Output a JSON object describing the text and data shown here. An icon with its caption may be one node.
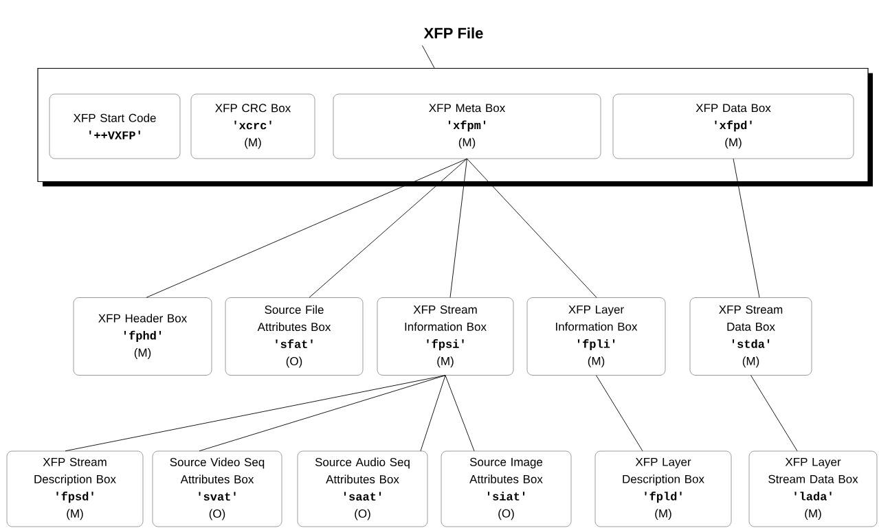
{
  "diagram": {
    "nodes": [
      {
        "text": [
          "XFP File"
        ]
      },
      {
        "text": [],
        "shape": "box"
      },
      {
        "text": [
          "XFP Start Code",
          "'++VXFP'"
        ],
        "in": 1
      },
      {
        "text": [
          "XFP CRC Box",
          "'xcrc'",
          "(M)"
        ],
        "in": 1
      },
      {
        "text": [
          "XFP Meta Box",
          "'xfpm'",
          "(M)"
        ],
        "in": 1
      },
      {
        "text": [
          "XFP Data Box",
          "'xfpd'",
          "(M)"
        ],
        "in": 1
      },
      {
        "text": [
          "XFP Header Box",
          "'fphd'",
          "(M)"
        ]
      },
      {
        "text": [
          "Source File Attributes Box",
          "'sfat'",
          "(O)"
        ]
      },
      {
        "text": [
          "XFP Stream Information Box",
          "'fpsi'",
          "(M)"
        ]
      },
      {
        "text": [
          "XFP Layer Information Box",
          "'fpli'",
          "(M)"
        ]
      },
      {
        "text": [
          "XFP Stream Data Box",
          "'stda'",
          "(M)"
        ]
      },
      {
        "text": [
          "XFP Stream Description Box",
          "'fpsd'",
          "(M)"
        ]
      },
      {
        "text": [
          "Source Video Seq Attributes Box",
          "'svat'",
          "(O)"
        ]
      },
      {
        "text": [
          "Source Audio Seq Attributes Box",
          "'saat'",
          "(O)"
        ]
      },
      {
        "text": [
          "Source Image Attributes Box",
          "'siat'",
          "(O)"
        ]
      },
      {
        "text": [
          "XFP Layer Description Box",
          "'fpld'",
          "(M)"
        ]
      },
      {
        "text": [
          "XFP Layer Stream Data Box",
          "'lada'",
          "(M)"
        ]
      }
    ],
    "edges": [
      {
        "from": 0,
        "to": 1,
        "arrow": "none"
      },
      {
        "from": 4,
        "to": 6,
        "arrow": "none"
      },
      {
        "from": 4,
        "to": 7,
        "arrow": "none"
      },
      {
        "from": 4,
        "to": 8,
        "arrow": "none"
      },
      {
        "from": 4,
        "to": 9,
        "arrow": "none"
      },
      {
        "from": 5,
        "to": 10,
        "arrow": "none"
      },
      {
        "from": 8,
        "to": 11,
        "arrow": "none"
      },
      {
        "from": 8,
        "to": 12,
        "arrow": "none"
      },
      {
        "from": 8,
        "to": 13,
        "arrow": "none"
      },
      {
        "from": 8,
        "to": 14,
        "arrow": "none"
      },
      {
        "from": 9,
        "to": 15,
        "arrow": "none"
      },
      {
        "from": 10,
        "to": 16,
        "arrow": "none"
      }
    ]
  }
}
